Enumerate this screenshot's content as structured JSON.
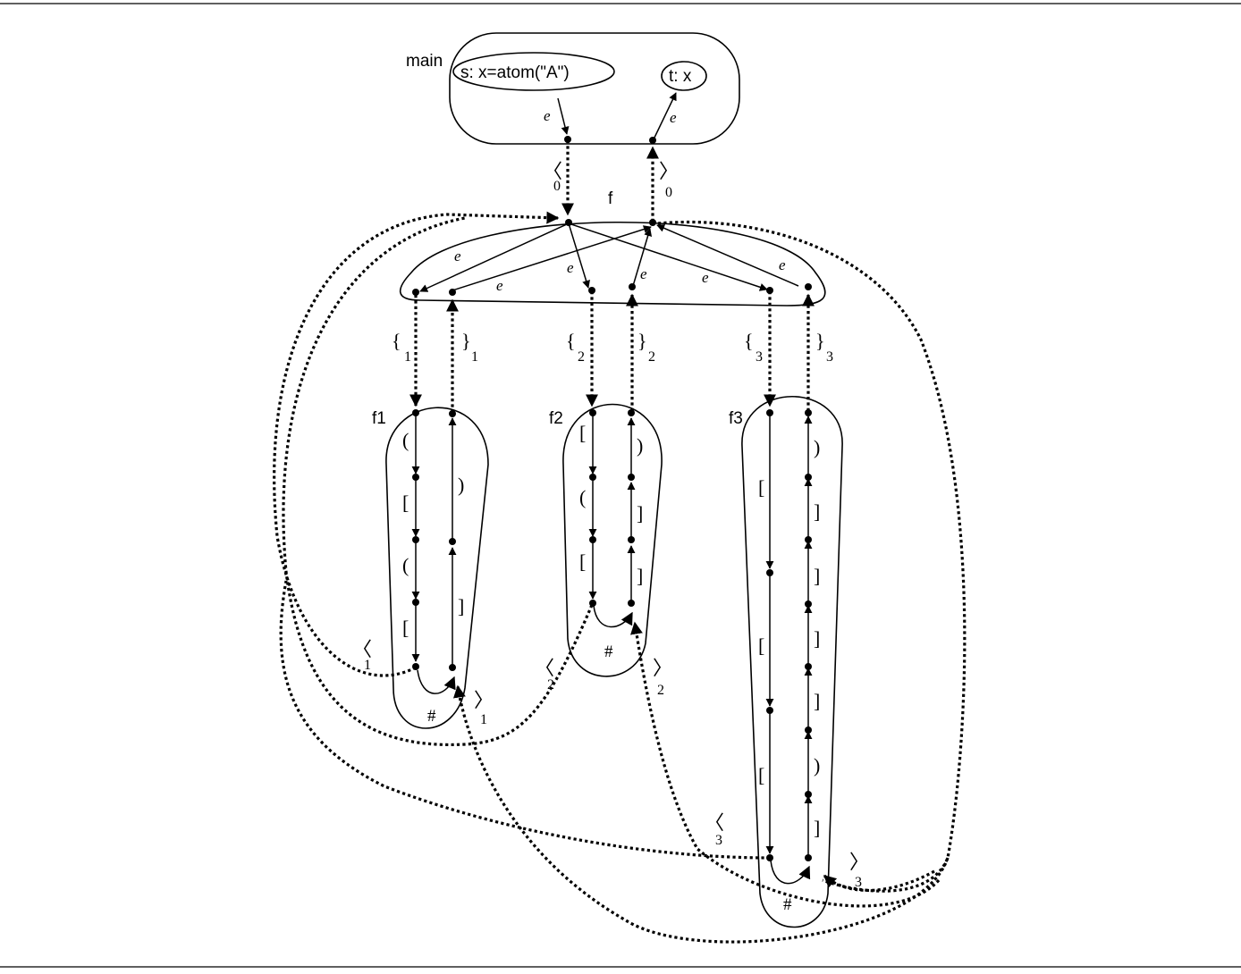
{
  "procedures": {
    "main": "main",
    "f": "f",
    "f1": "f1",
    "f2": "f2",
    "f3": "f3"
  },
  "nodes": {
    "s": "s:  x=atom(\"A\")",
    "t": "t: x"
  },
  "edge_label": "e",
  "call_labels": {
    "call0": "〈",
    "call0_sub": "0",
    "ret0": "〉",
    "ret0_sub": "0",
    "call1": "〈",
    "call1_sub": "1",
    "ret1": "〉",
    "ret1_sub": "1",
    "call2": "〈",
    "call2_sub": "2",
    "ret2": "〉",
    "ret2_sub": "2",
    "call3": "〈",
    "call3_sub": "3",
    "ret3": "〉",
    "ret3_sub": "3"
  },
  "brace_labels": {
    "open1": "{",
    "open1_sub": "1",
    "close1": "}",
    "close1_sub": "1",
    "open2": "{",
    "open2_sub": "2",
    "close2": "}",
    "close2_sub": "2",
    "open3": "{",
    "open3_sub": "3",
    "close3": "}",
    "close3_sub": "3"
  },
  "f1_labels": {
    "d1": "(",
    "d2": "[",
    "d3": "(",
    "d4": "[",
    "u1": ")",
    "u2": "]",
    "hash": "#"
  },
  "f2_labels": {
    "d1": "[",
    "d2": "(",
    "d3": "[",
    "u1": ")",
    "u2": "]",
    "u3": "]",
    "hash": "#"
  },
  "f3_labels": {
    "d1": "[",
    "d2": "[",
    "d3": "[",
    "u1": ")",
    "u2": "]",
    "u3": "]",
    "u4": "]",
    "u5": "]",
    "u6": ")",
    "u7": "]",
    "hash": "#"
  }
}
